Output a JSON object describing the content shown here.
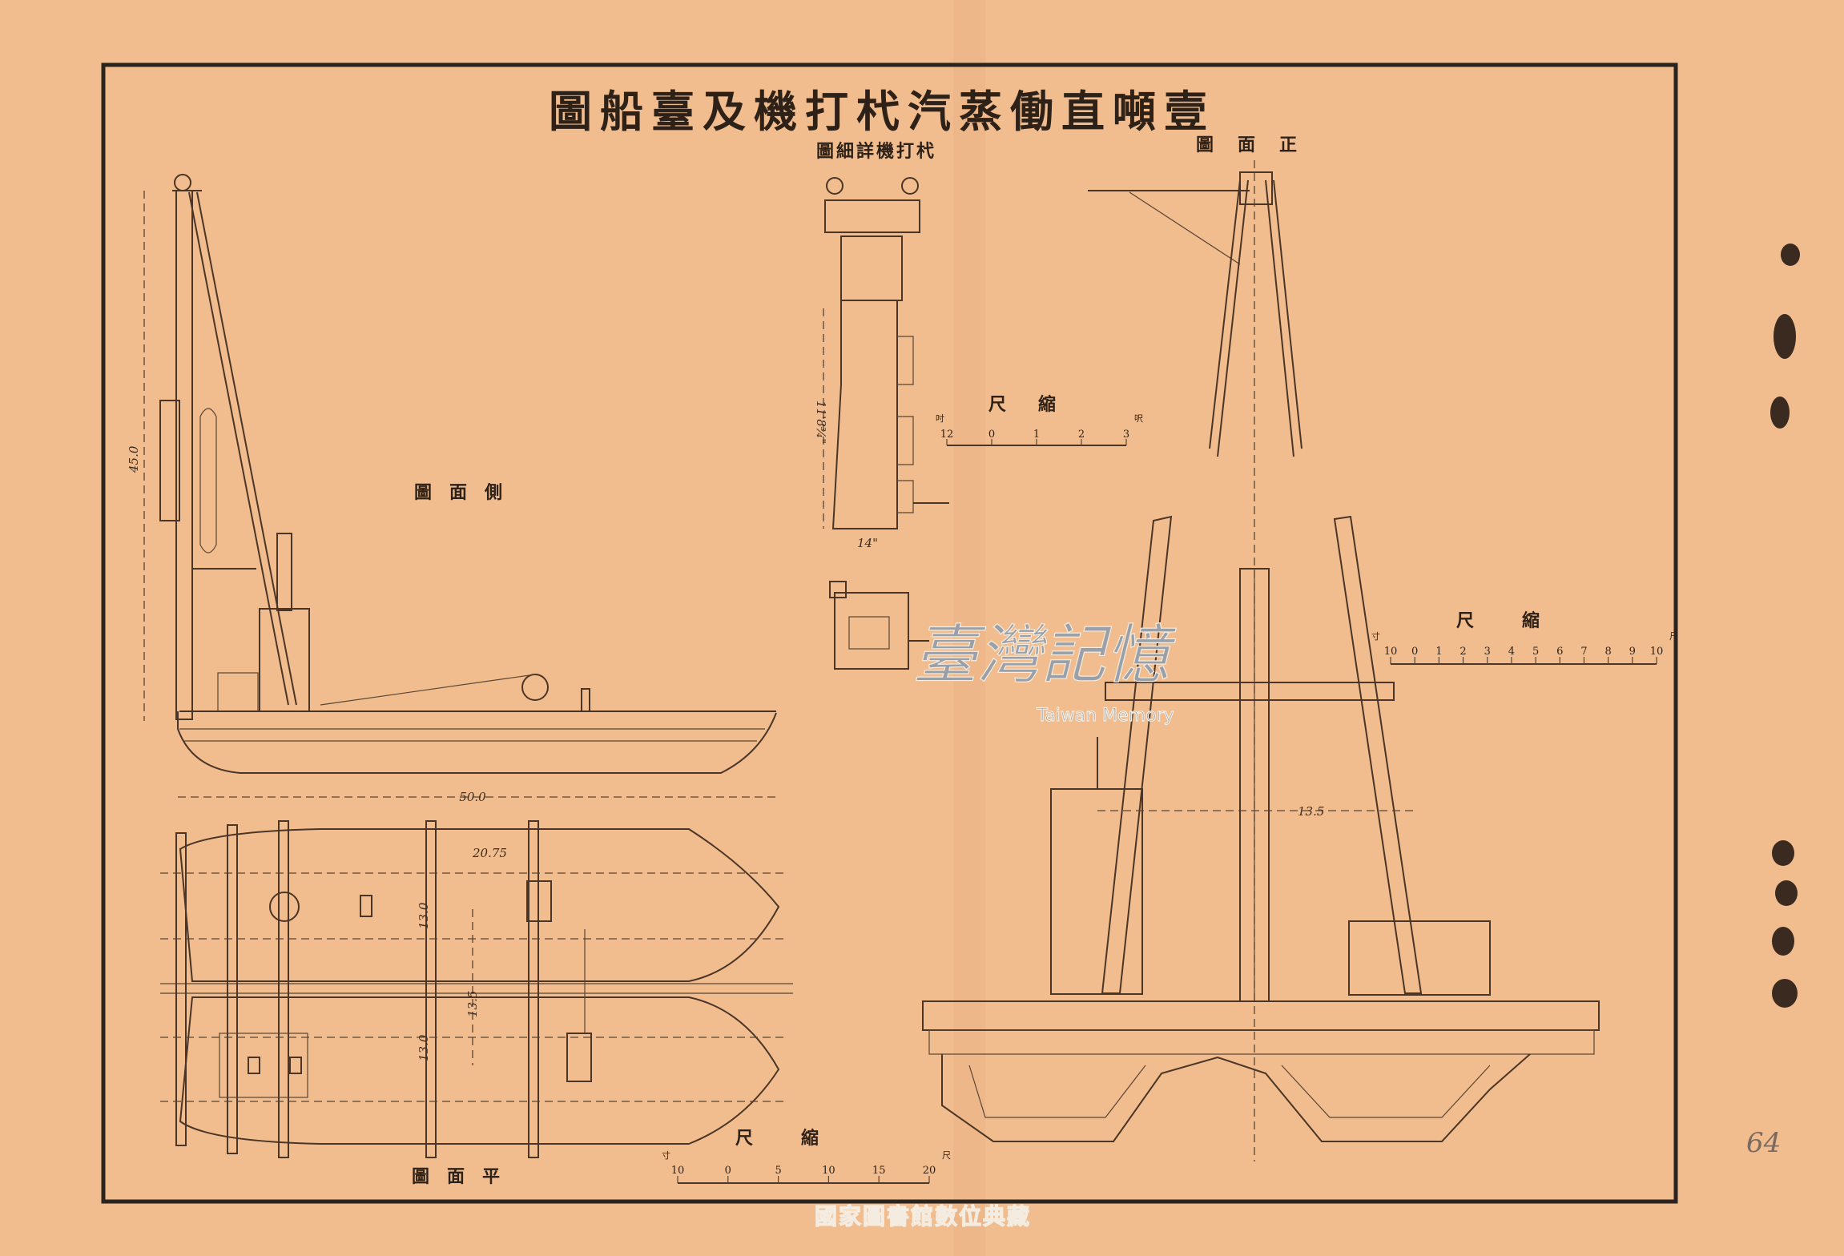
{
  "title": "壹噸直働蒸汽杙打機及臺船圖",
  "views": {
    "detail": "杙打機詳細圖",
    "front": "正面圖",
    "side": "側面圖",
    "plan": "平面圖"
  },
  "scales": [
    {
      "label": "縮尺",
      "left_unit": "吋",
      "right_unit": "呎",
      "ticks": [
        "12",
        "0",
        "1",
        "2",
        "3"
      ]
    },
    {
      "label": "縮尺",
      "left_unit": "寸",
      "right_unit": "尺",
      "ticks": [
        "10",
        "0",
        "1",
        "2",
        "3",
        "4",
        "5",
        "6",
        "7",
        "8",
        "9",
        "10"
      ]
    },
    {
      "label": "縮尺",
      "left_unit": "寸",
      "right_unit": "尺",
      "ticks": [
        "10",
        "0",
        "5",
        "10",
        "15",
        "20"
      ]
    }
  ],
  "dimensions": {
    "mast_height": "45.0",
    "hull_length": "50.0",
    "plan_inner": "20.75",
    "plan_beam_a": "13.0",
    "plan_beam_b": "13.0",
    "plan_center": "13.5",
    "front_span": "13.5",
    "detail_height": "11'8¾\"",
    "detail_base": "14\""
  },
  "watermark": {
    "main": "臺灣記憶",
    "sub": "Taiwan Memory"
  },
  "footer": "國家圖書館數位典藏",
  "page_number": "64",
  "colors": {
    "paper": "#f1bd8e",
    "ink": "#3a2a1e",
    "border": "#2a2420"
  }
}
